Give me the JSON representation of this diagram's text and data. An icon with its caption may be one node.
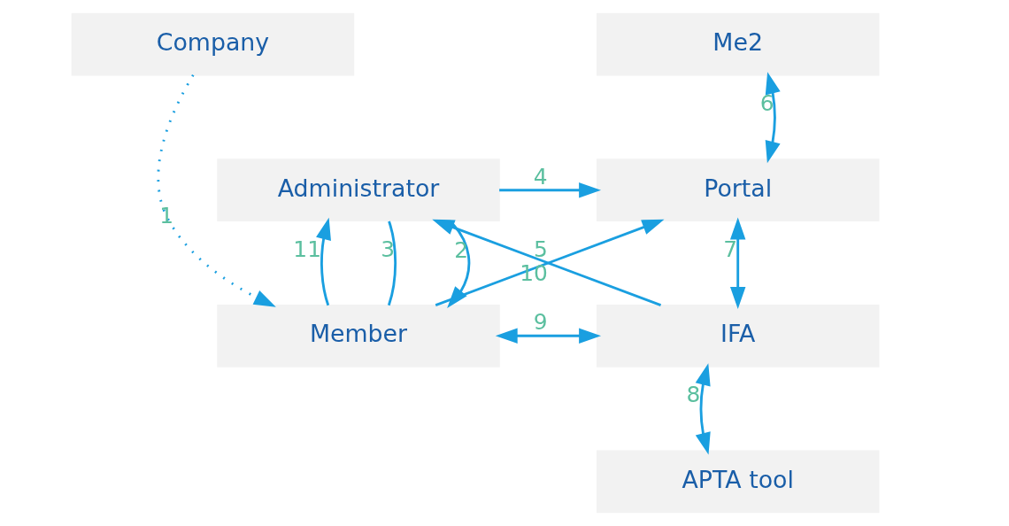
{
  "diagram": {
    "nodes": [
      {
        "text": [
          "Company"
        ]
      },
      {
        "text": [
          "Me2"
        ]
      },
      {
        "text": [
          "Administrator"
        ]
      },
      {
        "text": [
          "Portal"
        ]
      },
      {
        "text": [
          "APTA tool"
        ]
      },
      {
        "text": [
          "Member"
        ]
      },
      {
        "text": [
          "IFA"
        ]
      }
    ],
    "edges": [
      {
        "from": 0,
        "to": 5,
        "arrow": "to",
        "label": "1",
        "style": "dashed"
      },
      {
        "from": 5,
        "to": 2,
        "arrow": "to",
        "label": "11"
      },
      {
        "from": 2,
        "to": 5,
        "arrow": "none",
        "label": "3"
      },
      {
        "from": 2,
        "to": 5,
        "arrow": "to",
        "label": "2"
      },
      {
        "from": 2,
        "to": 3,
        "arrow": "to",
        "label": "4"
      },
      {
        "from": 5,
        "to": 3,
        "arrow": "to",
        "label": "5"
      },
      {
        "from": 3,
        "to": 1,
        "arrow": "both",
        "label": "6"
      },
      {
        "from": 3,
        "to": 6,
        "arrow": "both",
        "label": "7"
      },
      {
        "from": 6,
        "to": 4,
        "arrow": "both",
        "label": "8"
      },
      {
        "from": 5,
        "to": 6,
        "arrow": "both",
        "label": "9"
      },
      {
        "from": 6,
        "to": 2,
        "arrow": "to",
        "label": "10"
      }
    ]
  }
}
